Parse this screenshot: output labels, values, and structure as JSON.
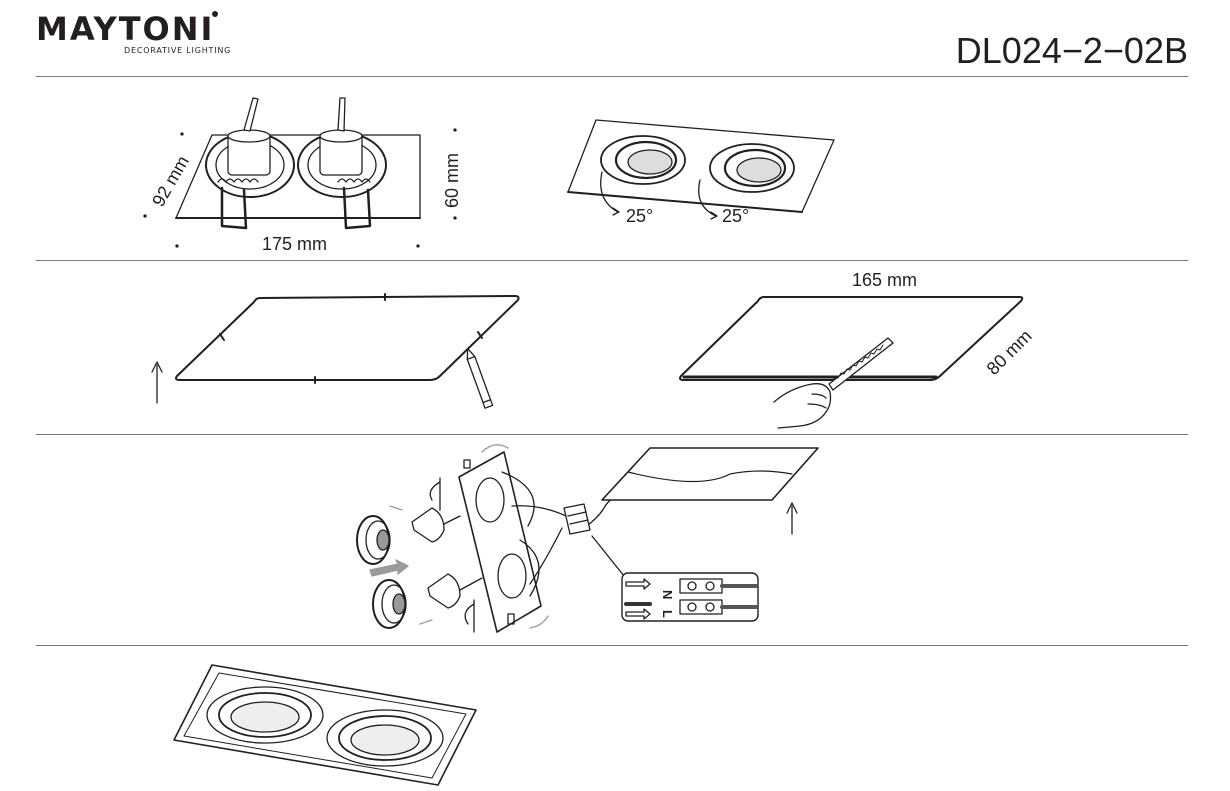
{
  "header": {
    "brand": "MAYTONI",
    "tagline": "DECORATIVE LIGHTING",
    "model": "DL024−2−02B"
  },
  "step1": {
    "depth_label": "92 mm",
    "height_label": "60 mm",
    "width_label": "175 mm",
    "tilt_left": "25°",
    "tilt_right": "25°"
  },
  "step2": {
    "cut_width": "165 mm",
    "cut_depth": "80 mm"
  },
  "wiring": {
    "neutral": "N",
    "live": "L"
  },
  "colors": {
    "ink": "#231f20",
    "arrow_grey": "#9a9a9a"
  },
  "icons": [
    "arrow-up-icon",
    "pencil-icon",
    "saw-icon",
    "hand-icon",
    "rotate-arrow-icon"
  ]
}
